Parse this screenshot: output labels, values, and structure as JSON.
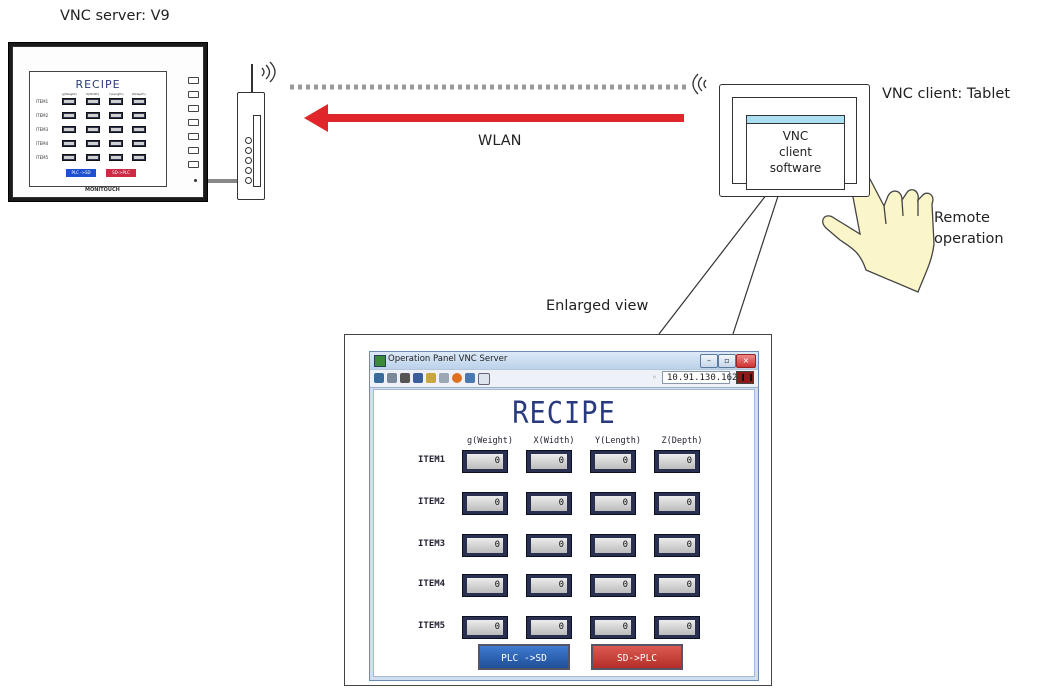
{
  "labels": {
    "server": "VNC server: V9",
    "client": "VNC client: Tablet",
    "wlan": "WLAN",
    "remote": "Remote\noperation",
    "enlarged": "Enlarged view",
    "tablet_software": "VNC\nclient\nsoftware"
  },
  "v9": {
    "title": "RECIPE",
    "headers": [
      "g(Weight)",
      "X(Width)",
      "Y(Length)",
      "Z(Depth)"
    ],
    "items": [
      "ITEM1",
      "ITEM2",
      "ITEM3",
      "ITEM4",
      "ITEM5"
    ],
    "buttons": [
      "PLC ->SD",
      "SD->PLC"
    ],
    "brand": "MONITOUCH"
  },
  "window": {
    "title": "Operation Panel VNC Server",
    "ip": "10.91.130.162",
    "controls": [
      "–",
      "▫",
      "×"
    ]
  },
  "recipe": {
    "title": "RECIPE",
    "headers": [
      "g(Weight)",
      "X(Width)",
      "Y(Length)",
      "Z(Depth)"
    ],
    "items": [
      "ITEM1",
      "ITEM2",
      "ITEM3",
      "ITEM4",
      "ITEM5"
    ],
    "values": [
      [
        "0",
        "0",
        "0",
        "0"
      ],
      [
        "0",
        "0",
        "0",
        "0"
      ],
      [
        "0",
        "0",
        "0",
        "0"
      ],
      [
        "0",
        "0",
        "0",
        "0"
      ],
      [
        "0",
        "0",
        "0",
        "0"
      ]
    ],
    "buttons": {
      "plc_to_sd": "PLC ->SD",
      "sd_to_plc": "SD->PLC"
    }
  },
  "colors": {
    "arrow": "#e0262a",
    "plc_button": "#2f66b8",
    "sd_button": "#c8413a",
    "recipe_title": "#2a3a80"
  },
  "icons": {
    "hand": "pointing-hand-icon",
    "wireless": "wireless-signal-icon",
    "router": "router-icon"
  }
}
